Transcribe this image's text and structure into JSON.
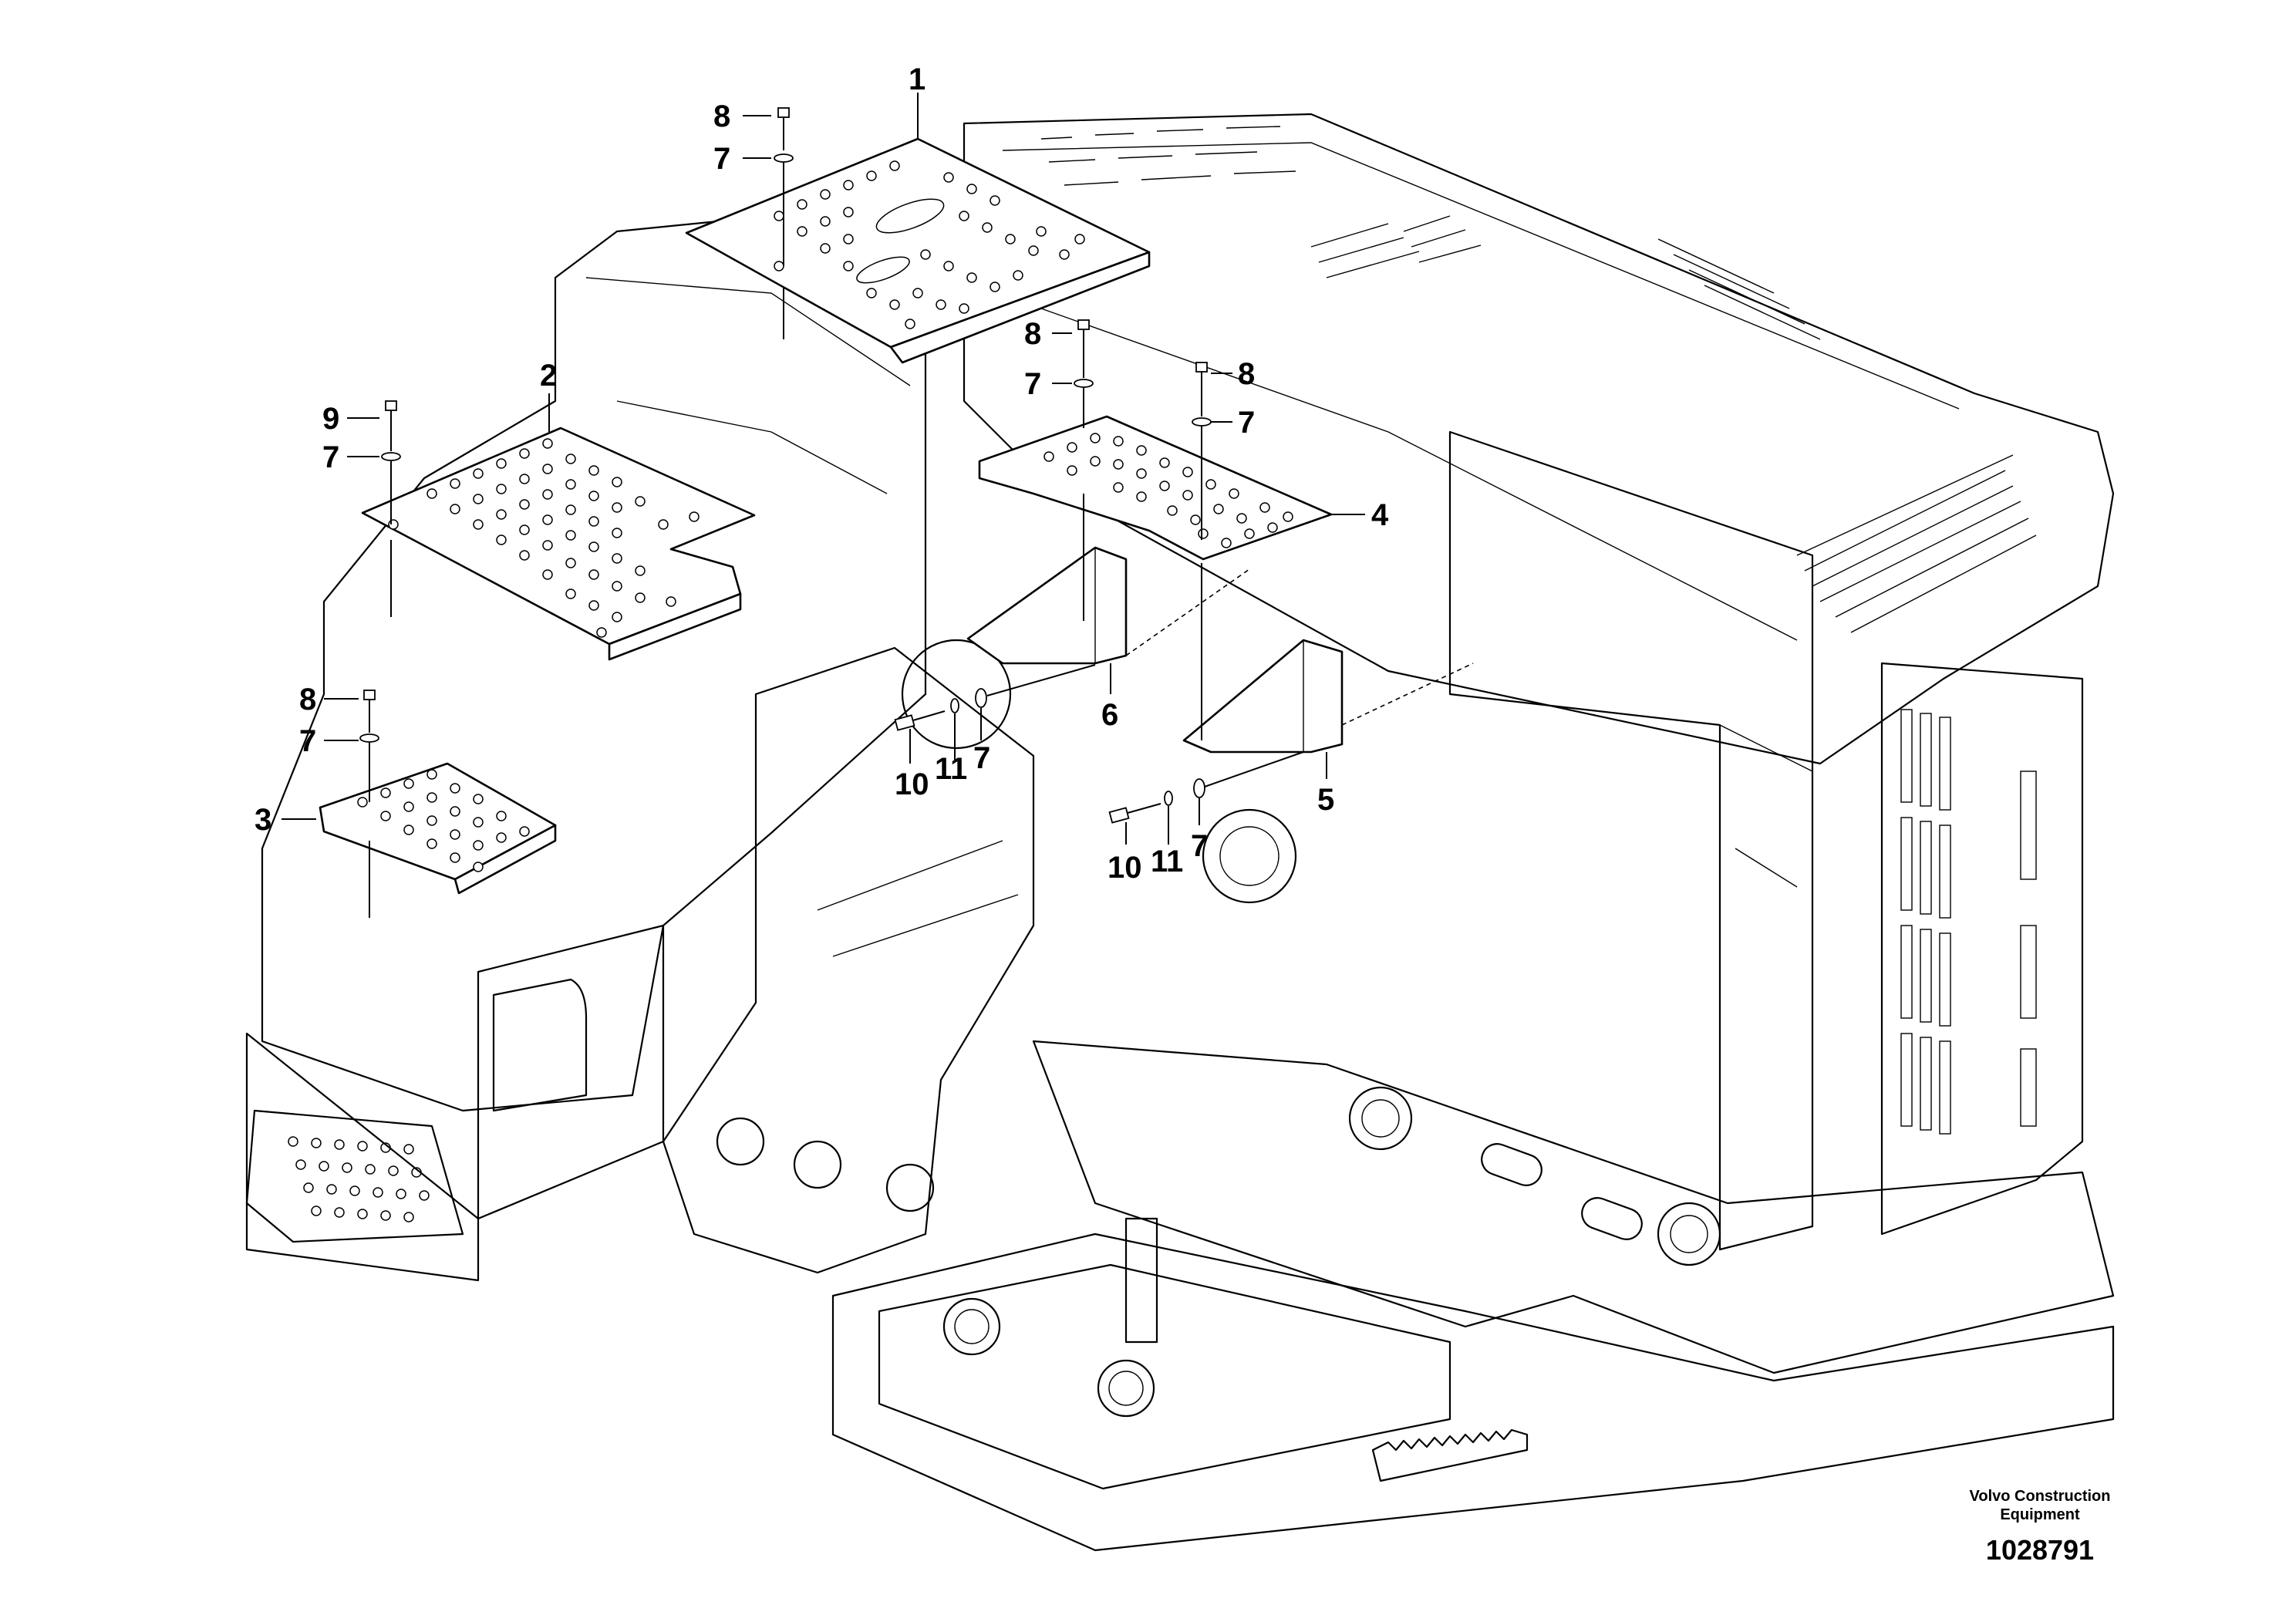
{
  "callouts": {
    "c1": "1",
    "c2": "2",
    "c3": "3",
    "c4": "4",
    "c5": "5",
    "c6": "6",
    "c7a": "7",
    "c7b": "7",
    "c7c": "7",
    "c7d": "7",
    "c7e": "7",
    "c7f": "7",
    "c7g": "7",
    "c8a": "8",
    "c8b": "8",
    "c8c": "8",
    "c8d": "8",
    "c9": "9",
    "c10a": "10",
    "c10b": "10",
    "c11a": "11",
    "c11b": "11"
  },
  "footer": {
    "brand_line1": "Volvo Construction",
    "brand_line2": "Equipment",
    "drawing_number": "1028791"
  }
}
